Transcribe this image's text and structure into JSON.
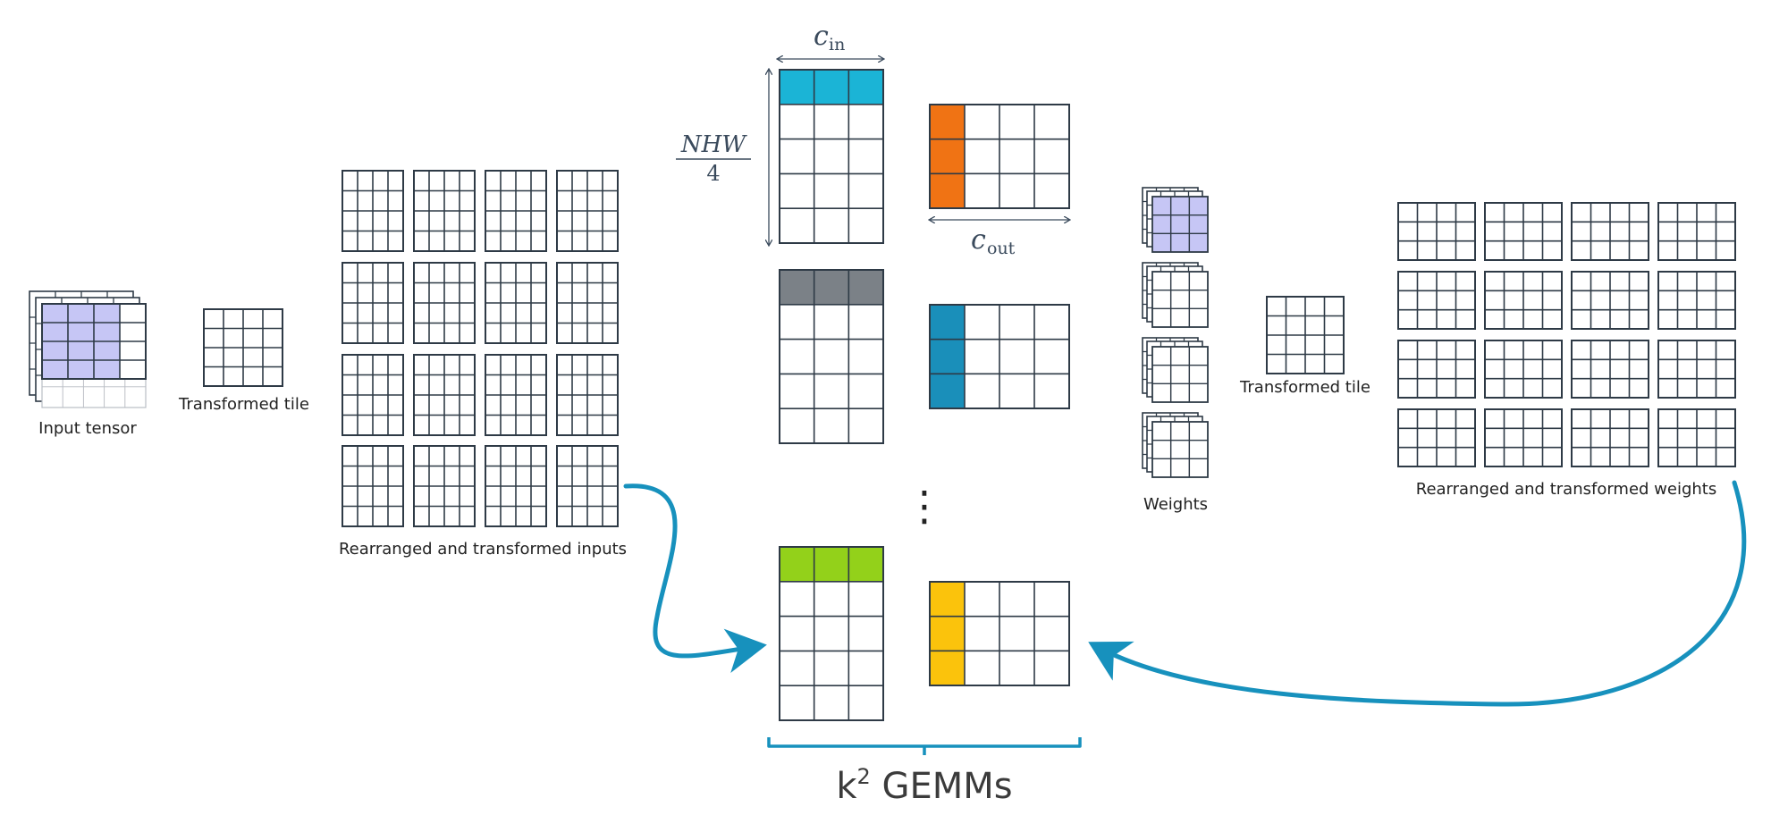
{
  "labels": {
    "input_tensor": "Input tensor",
    "transformed_tile_left": "Transformed tile",
    "rearranged_inputs": "Rearranged and transformed inputs",
    "weights": "Weights",
    "transformed_tile_right": "Transformed tile",
    "rearranged_weights": "Rearranged and transformed weights",
    "gemm_prefix": "k",
    "gemm_exp": "2",
    "gemm_suffix": " GEMMs",
    "ellipsis": "⋮"
  },
  "math": {
    "c": "c",
    "in": "in",
    "out": "out",
    "nhw": "NHW",
    "four": "4"
  },
  "colors": {
    "grid": "#2e3a46",
    "light_grid": "#b9bdc4",
    "lavender": "#c6c6f5",
    "cyan": "#1bb4d6",
    "orange": "#f07314",
    "gray": "#7b8187",
    "steel_blue": "#1a8fba",
    "green": "#93d11a",
    "amber": "#fbc30c",
    "arrow": "#1791bd"
  }
}
